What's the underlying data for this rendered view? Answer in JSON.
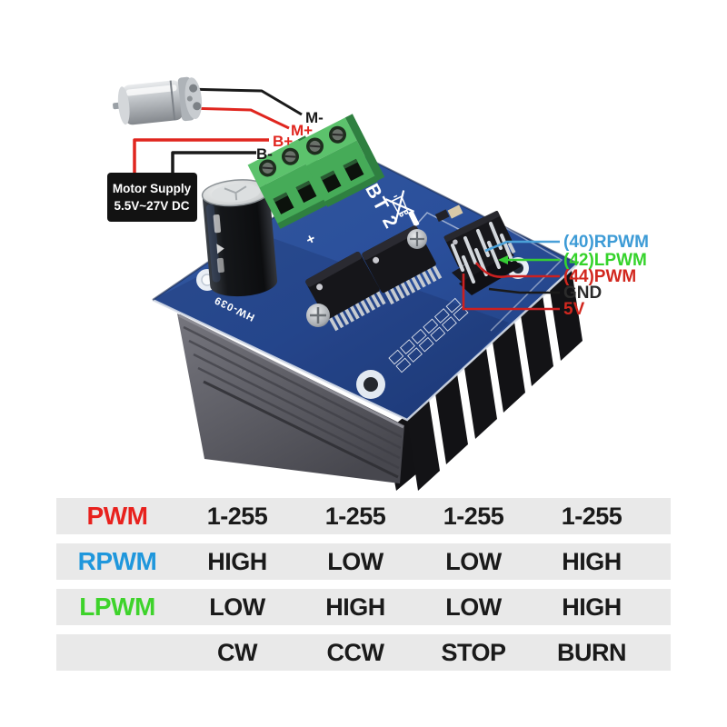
{
  "photo": {
    "motor_supply": {
      "line1": "Motor Supply",
      "line2": "5.5V~27V DC"
    },
    "wire_labels": [
      {
        "text": "M-",
        "color": "#1a1a1a"
      },
      {
        "text": "M+",
        "color": "#e0261f"
      },
      {
        "text": "B+",
        "color": "#e0261f"
      },
      {
        "text": "B-",
        "color": "#1a1a1a"
      }
    ],
    "pin_labels": [
      {
        "text": "(40)RPWM",
        "color": "#3d9bd6",
        "line_color": "#4aa0d8"
      },
      {
        "text": "(42)LPWM",
        "color": "#35d32b",
        "line_color": "#35cc35"
      },
      {
        "text": "(44)PWM",
        "color": "#d2281f",
        "line_color": "#cc2020"
      },
      {
        "text": "GND",
        "color": "#2b2b2b",
        "line_color": "#1a1a1a"
      },
      {
        "text": "5V",
        "color": "#d2281f",
        "line_color": "#cc2020"
      }
    ],
    "board_silkscreen": {
      "model": "IBT 2",
      "part_number": "HW-039",
      "plus_mark": "+"
    }
  },
  "table": {
    "row_background": "#e9e9e9",
    "rows": [
      {
        "label": "PWM",
        "label_color": "#e8211d",
        "values": [
          "1-255",
          "1-255",
          "1-255",
          "1-255"
        ]
      },
      {
        "label": "RPWM",
        "label_color": "#1f97dc",
        "values": [
          "HIGH",
          "LOW",
          "LOW",
          "HIGH"
        ]
      },
      {
        "label": "LPWM",
        "label_color": "#3ed32b",
        "values": [
          "LOW",
          "HIGH",
          "LOW",
          "HIGH"
        ]
      },
      {
        "label": "",
        "label_color": "#1a1a1a",
        "values": [
          "CW",
          "CCW",
          "STOP",
          "BURN"
        ]
      }
    ]
  }
}
